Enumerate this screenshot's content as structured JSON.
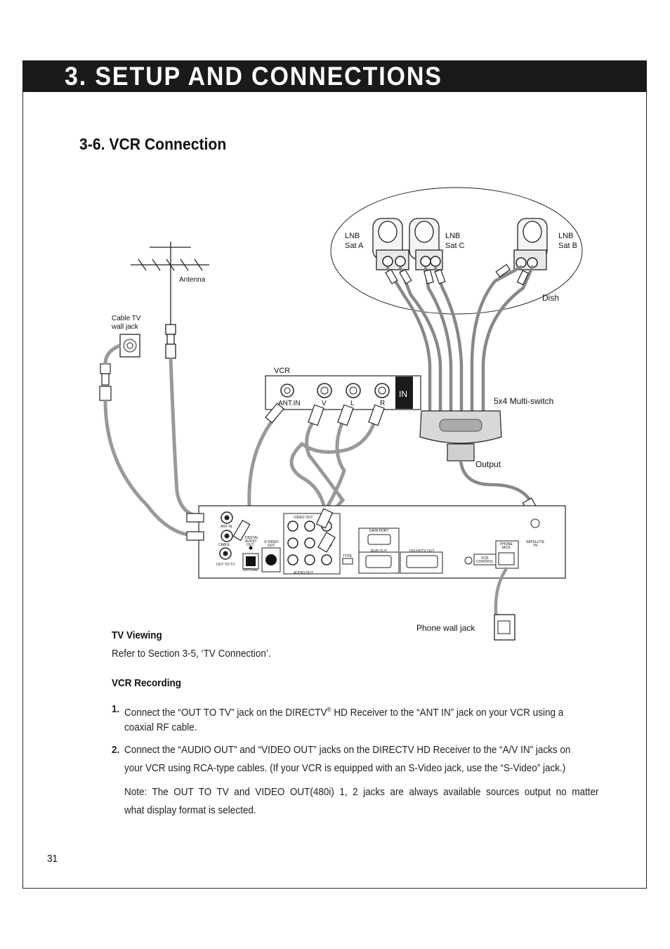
{
  "header": {
    "title": "3. SETUP AND CONNECTIONS"
  },
  "section": {
    "title": "3-6. VCR Connection"
  },
  "diagram": {
    "lnb_a": [
      "LNB",
      "Sat A"
    ],
    "lnb_c": [
      "LNB",
      "Sat C"
    ],
    "lnb_b": [
      "LNB",
      "Sat B"
    ],
    "dish": "Dish",
    "antenna": "Antenna",
    "cable_tv": [
      "Cable TV",
      "wall jack"
    ],
    "vcr": "VCR",
    "vcr_jacks": {
      "ant_in": "ANT.IN",
      "v": "V",
      "l": "L",
      "r": "R",
      "in": "IN"
    },
    "multiswitch": "5x4 Multi-switch",
    "output": "Output",
    "phone_wall_jack": "Phone wall jack",
    "receiver": {
      "ant_in": "ANT IN",
      "cable": "CABLE",
      "out_to_tv": "OUT TO TV",
      "digital_audio_out": [
        "DIGITAL",
        "AUDIO",
        "OUT"
      ],
      "optical": "OPTICAL",
      "svideo_out": [
        "S-VIDEO",
        "OUT"
      ],
      "video_out": "VIDEO OUT",
      "audio_out": "AUDIO OUT",
      "type": "TYPE",
      "data_port": "DATA PORT",
      "rgb_out": "RGB OUT",
      "dvi_out": "DVI-HDTV OUT",
      "vcr_control": [
        "VCR",
        "CONTROL"
      ],
      "phone_jack": [
        "PHONE",
        "JACK"
      ],
      "satellite_in": [
        "SATELLITE",
        "IN"
      ]
    }
  },
  "tv_viewing": {
    "heading": "TV Viewing",
    "text": "Refer to Section 3-5, ‘TV Connection’."
  },
  "vcr_recording": {
    "heading": "VCR Recording",
    "step1_num": "1.",
    "step1_line1": "Connect the “OUT TO TV” jack on the DIRECTV",
    "step1_reg": "®",
    "step1_line1b": " HD Receiver to the “ANT IN” jack on your VCR using a",
    "step1_line2": "coaxial RF cable.",
    "step2_num": "2.",
    "step2_line1": "Connect the “AUDIO OUT” and “VIDEO OUT” jacks on the DIRECTV HD Receiver to the “A/V IN” jacks on",
    "step2_line2": "your VCR using RCA-type cables. (If your VCR is equipped with an S-Video jack, use the “S-Video” jack.)",
    "note_line1": "Note:  The  OUT  TO  TV  and  VIDEO  OUT(480i)  1,  2  jacks  are  always  available  sources  output  no  matter",
    "note_line2": "what display format is selected."
  },
  "page_number": "31"
}
